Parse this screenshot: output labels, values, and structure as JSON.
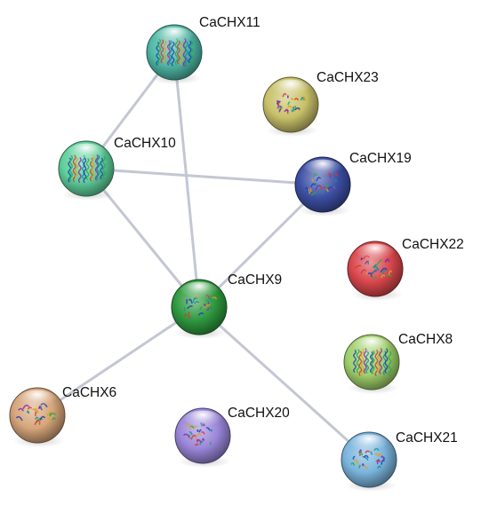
{
  "network": {
    "nodes": [
      {
        "id": "CaCHX11",
        "label": "CaCHX11",
        "color": "#4fb8a6",
        "structure": "membrane"
      },
      {
        "id": "CaCHX23",
        "label": "CaCHX23",
        "color": "#c8c16a",
        "structure": "globular"
      },
      {
        "id": "CaCHX10",
        "label": "CaCHX10",
        "color": "#5fcf9b",
        "structure": "membrane"
      },
      {
        "id": "CaCHX19",
        "label": "CaCHX19",
        "color": "#3c4fa3",
        "structure": "globular"
      },
      {
        "id": "CaCHX22",
        "label": "CaCHX22",
        "color": "#d9474c",
        "structure": "globular"
      },
      {
        "id": "CaCHX9",
        "label": "CaCHX9",
        "color": "#2f9a3f",
        "structure": "globular"
      },
      {
        "id": "CaCHX8",
        "label": "CaCHX8",
        "color": "#9fd06a",
        "structure": "membrane"
      },
      {
        "id": "CaCHX6",
        "label": "CaCHX6",
        "color": "#d6a57a",
        "structure": "globular"
      },
      {
        "id": "CaCHX20",
        "label": "CaCHX20",
        "color": "#9a86d8",
        "structure": "globular"
      },
      {
        "id": "CaCHX21",
        "label": "CaCHX21",
        "color": "#7ab4dc",
        "structure": "globular"
      }
    ],
    "edges": [
      {
        "source": "CaCHX11",
        "target": "CaCHX10"
      },
      {
        "source": "CaCHX11",
        "target": "CaCHX9"
      },
      {
        "source": "CaCHX10",
        "target": "CaCHX19"
      },
      {
        "source": "CaCHX10",
        "target": "CaCHX9"
      },
      {
        "source": "CaCHX19",
        "target": "CaCHX9"
      },
      {
        "source": "CaCHX9",
        "target": "CaCHX6"
      },
      {
        "source": "CaCHX9",
        "target": "CaCHX21"
      }
    ],
    "edge_color": "#c4c7d3"
  }
}
